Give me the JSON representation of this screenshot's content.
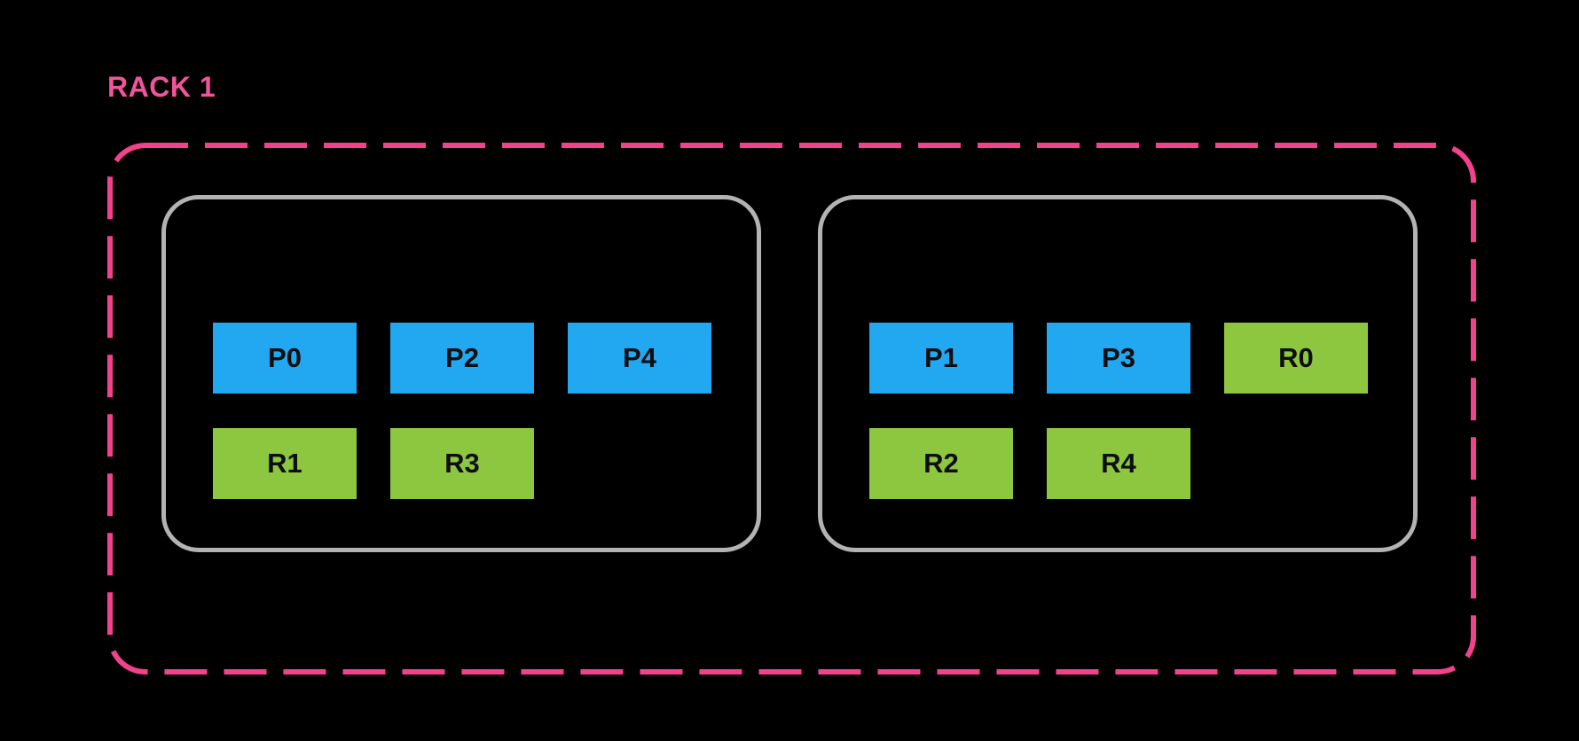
{
  "rack": {
    "label": "RACK 1",
    "colors": {
      "background": "#000000",
      "rack_pink_label": "#F2549B",
      "rack_pink_border": "#F2418D",
      "node_border_gray": "#B3B3B3",
      "primary_blue": "#22A8F0",
      "replica_green": "#8DC63F",
      "slot_text": "#0E0E0E"
    },
    "nodes": [
      {
        "slots": [
          {
            "label": "P0",
            "type": "primary"
          },
          {
            "label": "P2",
            "type": "primary"
          },
          {
            "label": "P4",
            "type": "primary"
          },
          {
            "label": "R1",
            "type": "replica"
          },
          {
            "label": "R3",
            "type": "replica"
          }
        ]
      },
      {
        "slots": [
          {
            "label": "P1",
            "type": "primary"
          },
          {
            "label": "P3",
            "type": "primary"
          },
          {
            "label": "R0",
            "type": "replica"
          },
          {
            "label": "R2",
            "type": "replica"
          },
          {
            "label": "R4",
            "type": "replica"
          }
        ]
      }
    ]
  }
}
